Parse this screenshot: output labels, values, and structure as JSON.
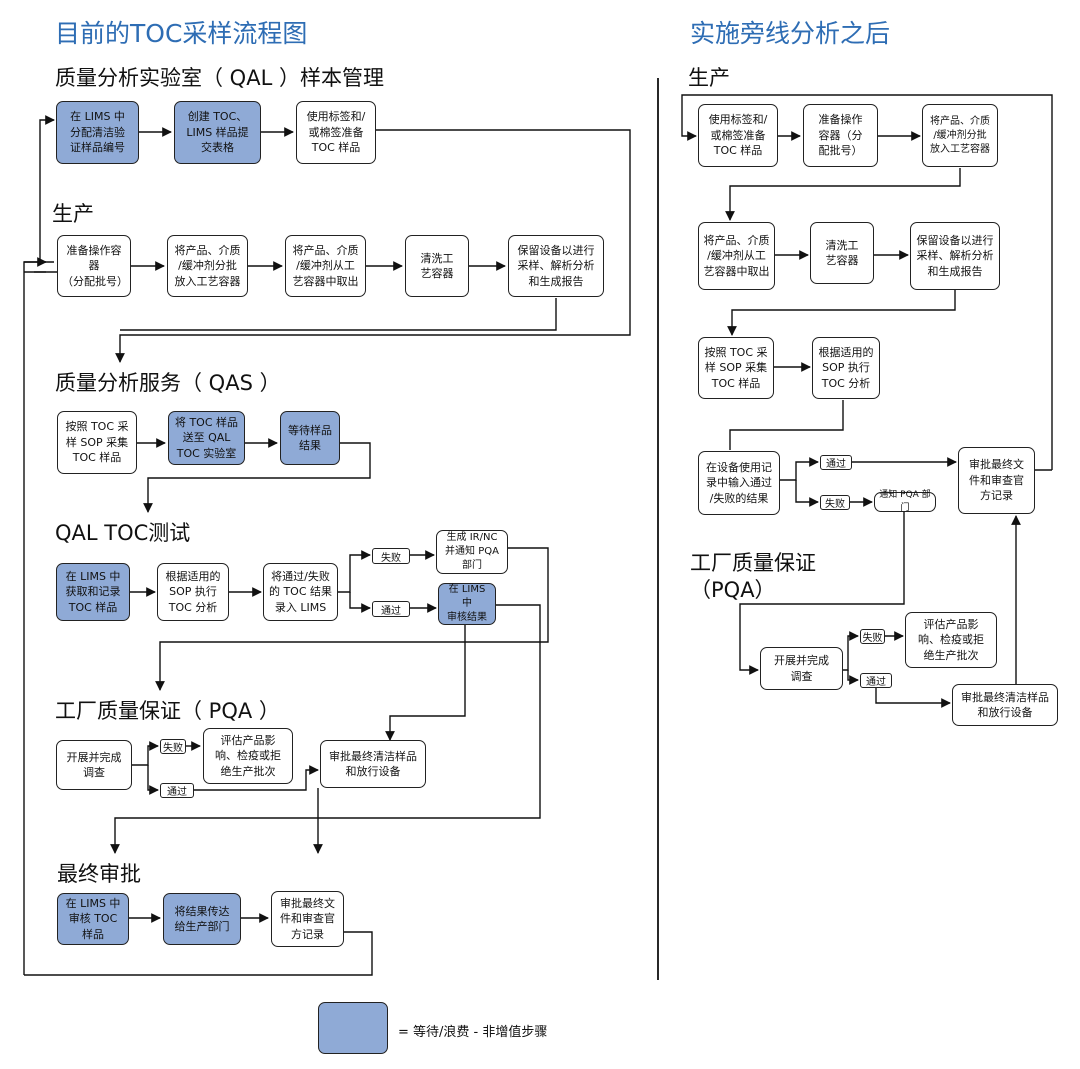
{
  "titles": {
    "left": "目前的TOC采样流程图",
    "right": "实施旁线分析之后"
  },
  "sections": {
    "qal": "质量分析实验室（ QAL ）样本管理",
    "prod": "生产",
    "qas": "质量分析服务（ QAS ）",
    "qaltoc": "QAL TOC测试",
    "pqa": "工厂质量保证（ PQA ）",
    "final": "最终审批",
    "r_prod": "生产",
    "r_pqa_1": "工厂质量保证",
    "r_pqa_2": "（PQA）"
  },
  "boxes": {
    "b1": "在 LIMS 中\n分配清洁验\n证样品编号",
    "b2": "创建 TOC、\nLIMS 样品提\n交表格",
    "b3": "使用标签和/\n或棉签准备\nTOC 样品",
    "b4": "准备操作容器\n（分配批号）",
    "b5": "将产品、介质\n/缓冲剂分批\n放入工艺容器",
    "b6": "将产品、介质\n/缓冲剂从工\n艺容器中取出",
    "b7": "清洗工\n艺容器",
    "b8": "保留设备以进行\n采样、解析分析\n和生成报告",
    "b9": "按照 TOC 采\n样 SOP 采集\nTOC 样品",
    "b10": "将 TOC 样品\n送至 QAL\nTOC 实验室",
    "b11": "等待样品\n结果",
    "b12": "在 LIMS 中\n获取和记录\nTOC 样品",
    "b13": "根据适用的\nSOP 执行\nTOC 分析",
    "b14": "将通过/失败\n的 TOC 结果\n录入 LIMS",
    "b15": "生成 IR/NC\n并通知 PQA\n部门",
    "b16": "在 LIMS 中\n审核结果",
    "b17": "开展并完成\n调查",
    "b18": "评估产品影\n响、检疫或拒\n绝生产批次",
    "b19": "审批最终清洁样品\n和放行设备",
    "b20": "在 LIMS 中\n审核 TOC\n样品",
    "b21": "将结果传达\n给生产部门",
    "b22": "审批最终文\n件和审查官\n方记录",
    "r1": "使用标签和/\n或棉签准备\nTOC 样品",
    "r2": "准备操作\n容器（分\n配批号）",
    "r3": "将产品、介质\n/缓冲剂分批\n放入工艺容器",
    "r4": "将产品、介质\n/缓冲剂从工\n艺容器中取出",
    "r5": "清洗工\n艺容器",
    "r6": "保留设备以进行\n采样、解析分析\n和生成报告",
    "r7": "按照 TOC 采\n样 SOP 采集\nTOC 样品",
    "r8": "根据适用的\nSOP 执行\nTOC 分析",
    "r9": "在设备使用记\n录中输入通过\n/失败的结果",
    "r10": "通知 PQA 部门",
    "r11": "审批最终文\n件和审查官\n方记录",
    "r12": "开展并完成\n调查",
    "r13": "评估产品影\n响、检疫或拒\n绝生产批次",
    "r14": "审批最终清洁样品\n和放行设备"
  },
  "tags": {
    "t1": "失败",
    "t2": "通过",
    "t3": "失败",
    "t4": "通过",
    "t5": "通过",
    "t6": "失败",
    "t7": "失败",
    "t8": "通过"
  },
  "legend": {
    "text": "= 等待/浪费 - 非增值步骤"
  },
  "colors": {
    "title": "#2e6db4",
    "waste_fill": "#8faad6"
  }
}
